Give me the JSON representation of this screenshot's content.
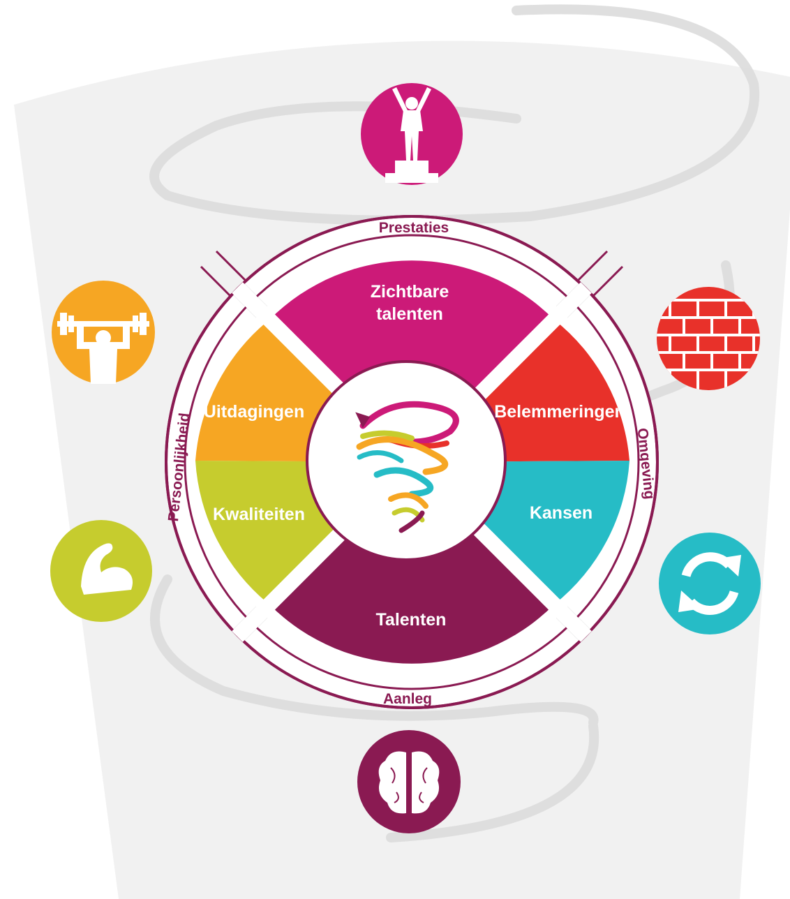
{
  "diagram": {
    "colors": {
      "prestaties": "#cc1a78",
      "aanleg": "#8a1a52",
      "belemmeringen": "#e8312a",
      "kansen": "#26bcc6",
      "uitdagingen": "#f6a623",
      "kwaliteiten": "#c6cc2e",
      "ring": "#8a1a52",
      "background_funnel": "#f1f1f1",
      "swirl": "#dcdcdc"
    },
    "ring_labels": {
      "top": "Prestaties",
      "bottom": "Aanleg",
      "left": "Persoonlijkheid",
      "right": "Omgeving"
    },
    "segments": {
      "top": "Zichtbare talenten",
      "top_line1": "Zichtbare",
      "top_line2": "talenten",
      "bottom": "Talenten",
      "right_top": "Belemmeringen",
      "right_bottom": "Kansen",
      "left_top": "Uitdagingen",
      "left_bottom": "Kwaliteiten"
    },
    "center_icon": "tornado-icon",
    "outer_icons": {
      "top": "podium-winner-icon",
      "bottom": "brain-icon",
      "left_top": "weightlifter-icon",
      "left_bottom": "flexed-arm-icon",
      "right_top": "brick-wall-icon",
      "right_bottom": "refresh-arrows-icon"
    }
  }
}
